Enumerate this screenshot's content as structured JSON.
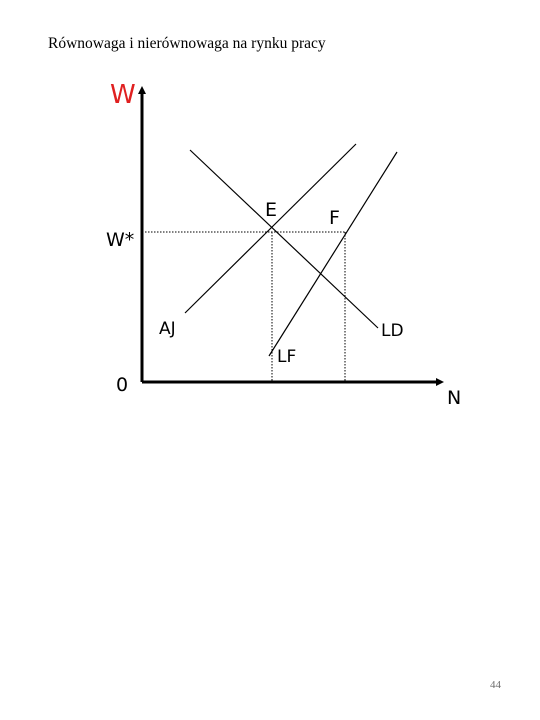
{
  "title": "Równowaga i nierównowaga na rynku pracy",
  "diagram": {
    "y_axis_label": "W",
    "x_axis_label": "N",
    "origin_label": "0",
    "wage_level_label": "W*",
    "point_e_label": "E",
    "point_f_label": "F",
    "curve_aj_label": "AJ",
    "curve_lf_label": "LF",
    "curve_ld_label": "LD",
    "colors": {
      "y_axis_label": "#e02020",
      "lines": "#000000"
    }
  },
  "page_number": "44"
}
